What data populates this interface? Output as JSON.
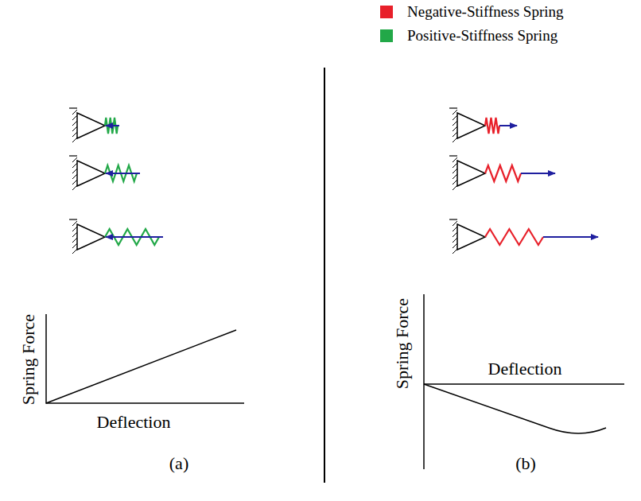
{
  "diagram": {
    "labels": [
      "Spring Force",
      "Deflection",
      "(a)",
      "Spring Force",
      "Deflection",
      "(b)"
    ],
    "legend": [
      {
        "text": "Negative-Stiffness Spring",
        "color": "#e8202a"
      },
      {
        "text": "Positive-Stiffness Spring",
        "color": "#22a848"
      }
    ]
  }
}
